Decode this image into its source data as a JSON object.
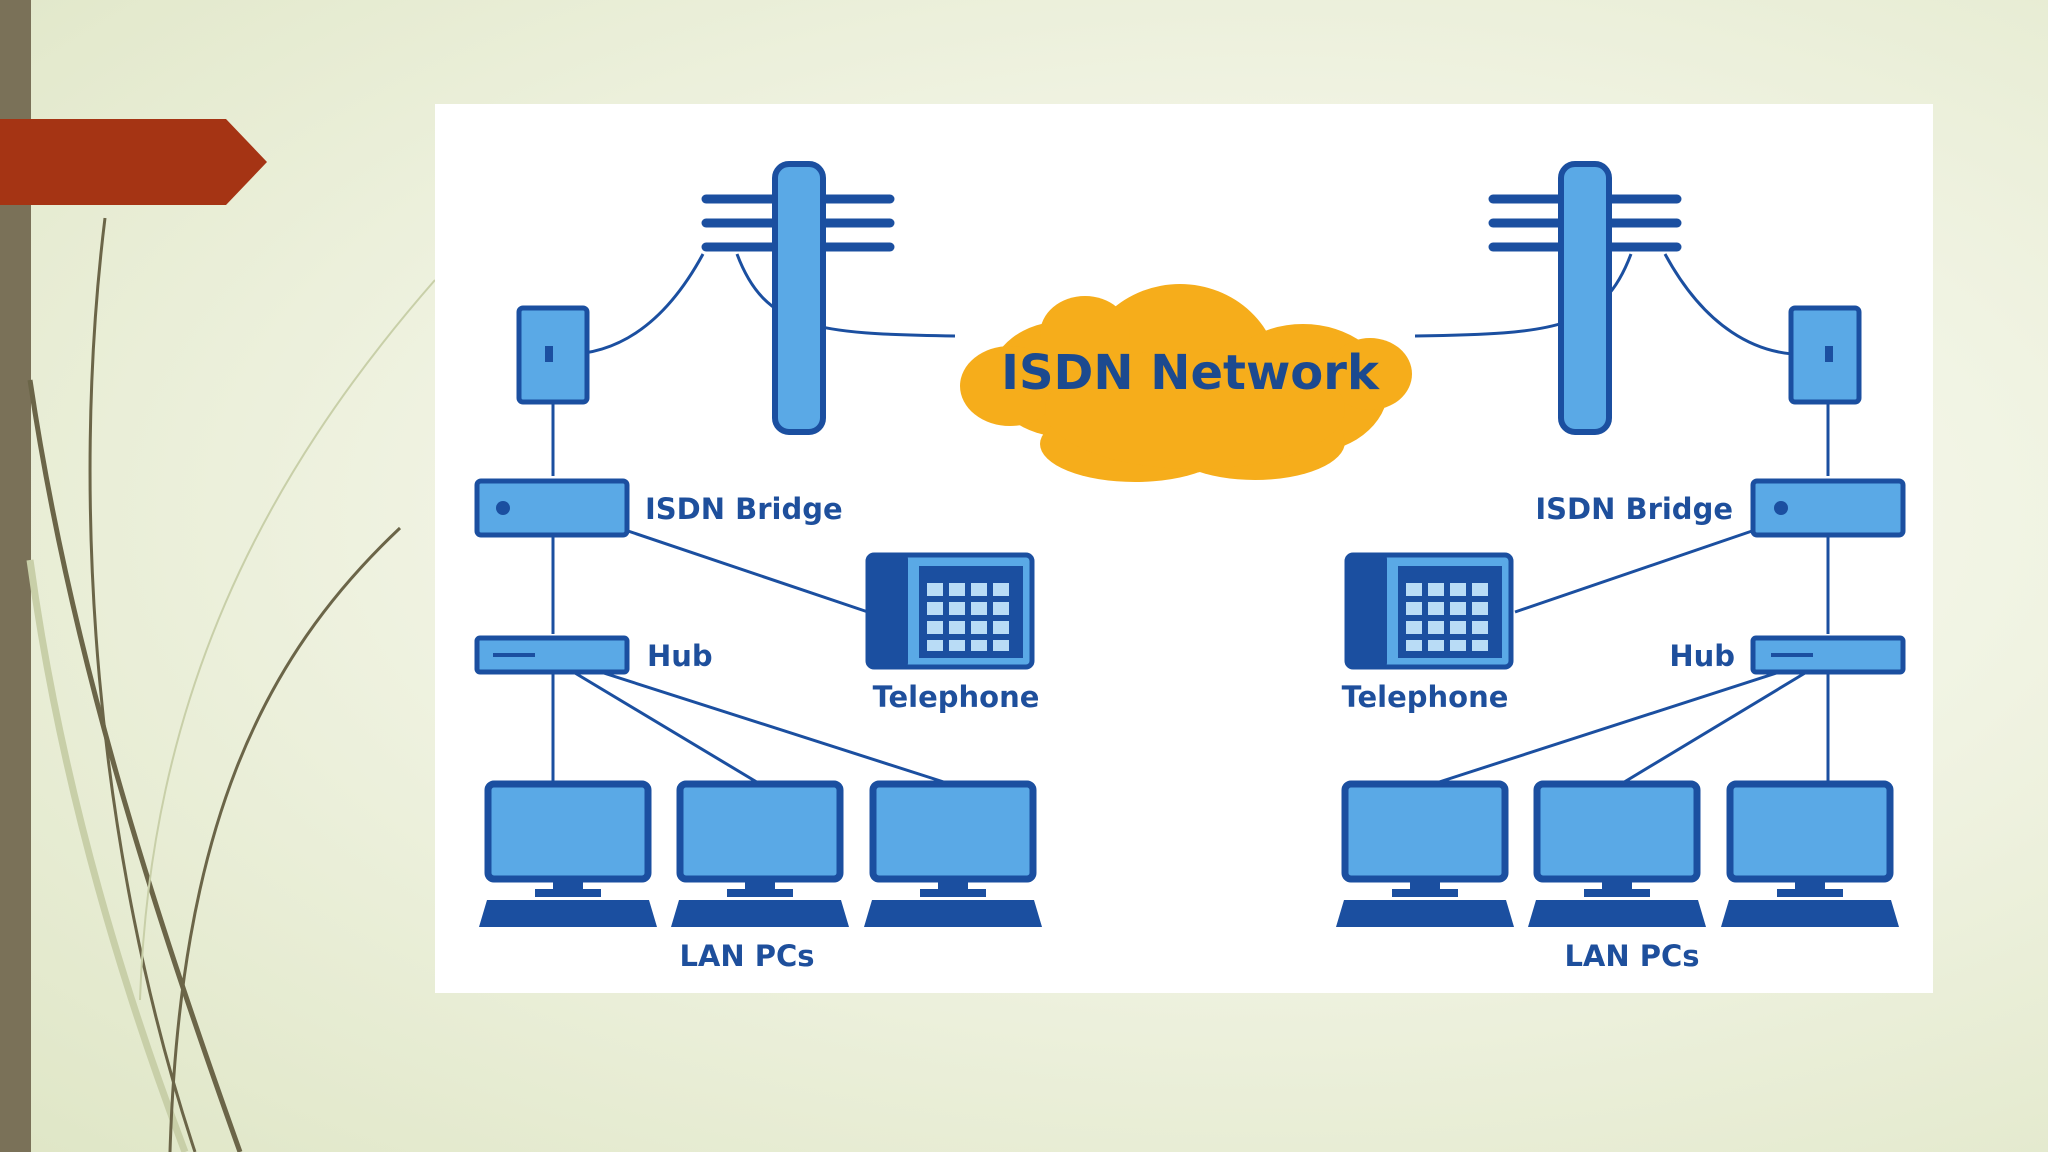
{
  "slide": {
    "accent_color": "#a53414",
    "sidebar_color": "#7a7158"
  },
  "diagram": {
    "network_label": "ISDN Network",
    "left": {
      "bridge_label": "ISDN Bridge",
      "hub_label": "Hub",
      "telephone_label": "Telephone",
      "pcs_label": "LAN PCs"
    },
    "right": {
      "bridge_label": "ISDN Bridge",
      "hub_label": "Hub",
      "telephone_label": "Telephone",
      "pcs_label": "LAN PCs"
    },
    "colors": {
      "device_fill": "#5aa9e6",
      "device_stroke": "#1b4fa0",
      "cloud": "#f6ad1b",
      "label": "#1e4f9c"
    }
  }
}
